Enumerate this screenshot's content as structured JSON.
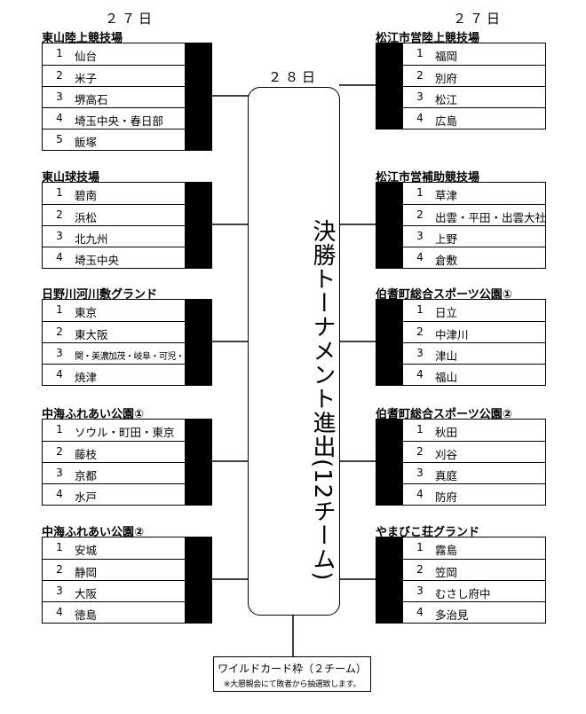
{
  "day_left": "２７日",
  "day_right": "２７日",
  "day_center": "２８日",
  "center_title": "決勝トーナメント進出(12チーム)",
  "wildcard": {
    "title": "ワイルドカード枠（２チーム）",
    "note": "※大懇親会にて敗者から抽選致します。"
  },
  "left_groups": [
    {
      "venue": "東山陸上競技場",
      "teams": [
        {
          "num": "1",
          "name": "仙台"
        },
        {
          "num": "2",
          "name": "米子"
        },
        {
          "num": "3",
          "name": "堺高石"
        },
        {
          "num": "4",
          "name": "埼玉中央・春日部"
        },
        {
          "num": "5",
          "name": "飯塚"
        }
      ]
    },
    {
      "venue": "東山球技場",
      "teams": [
        {
          "num": "1",
          "name": "碧南"
        },
        {
          "num": "2",
          "name": "浜松"
        },
        {
          "num": "3",
          "name": "北九州"
        },
        {
          "num": "4",
          "name": "埼玉中央"
        }
      ]
    },
    {
      "venue": "日野川河川敷グランド",
      "teams": [
        {
          "num": "1",
          "name": "東京"
        },
        {
          "num": "2",
          "name": "東大阪"
        },
        {
          "num": "3",
          "name": "関・美濃加茂・岐阜・可児・恵那"
        },
        {
          "num": "4",
          "name": "焼津"
        }
      ]
    },
    {
      "venue": "中海ふれあい公園①",
      "teams": [
        {
          "num": "1",
          "name": "ソウル・町田・東京"
        },
        {
          "num": "2",
          "name": "藤枝"
        },
        {
          "num": "3",
          "name": "京都"
        },
        {
          "num": "4",
          "name": "水戸"
        }
      ]
    },
    {
      "venue": "中海ふれあい公園②",
      "teams": [
        {
          "num": "1",
          "name": "安城"
        },
        {
          "num": "2",
          "name": "静岡"
        },
        {
          "num": "3",
          "name": "大阪"
        },
        {
          "num": "4",
          "name": "徳島"
        }
      ]
    }
  ],
  "right_groups": [
    {
      "venue": "松江市営陸上競技場",
      "teams": [
        {
          "num": "1",
          "name": "福岡"
        },
        {
          "num": "2",
          "name": "別府"
        },
        {
          "num": "3",
          "name": "松江"
        },
        {
          "num": "4",
          "name": "広島"
        }
      ]
    },
    {
      "venue": "松江市営補助競技場",
      "teams": [
        {
          "num": "1",
          "name": "草津"
        },
        {
          "num": "2",
          "name": "出雲・平田・出雲大社"
        },
        {
          "num": "3",
          "name": "上野"
        },
        {
          "num": "4",
          "name": "倉敷"
        }
      ]
    },
    {
      "venue": "伯耆町総合スポーツ公園①",
      "teams": [
        {
          "num": "1",
          "name": "日立"
        },
        {
          "num": "2",
          "name": "中津川"
        },
        {
          "num": "3",
          "name": "津山"
        },
        {
          "num": "4",
          "name": "福山"
        }
      ]
    },
    {
      "venue": "伯耆町総合スポーツ公園②",
      "teams": [
        {
          "num": "1",
          "name": "秋田"
        },
        {
          "num": "2",
          "name": "刈谷"
        },
        {
          "num": "3",
          "name": "真庭"
        },
        {
          "num": "4",
          "name": "防府"
        }
      ]
    },
    {
      "venue": "やまびこ荘グランド",
      "teams": [
        {
          "num": "1",
          "name": "霧島"
        },
        {
          "num": "2",
          "name": "笠岡"
        },
        {
          "num": "3",
          "name": "むさし府中"
        },
        {
          "num": "4",
          "name": "多治見"
        }
      ]
    }
  ]
}
